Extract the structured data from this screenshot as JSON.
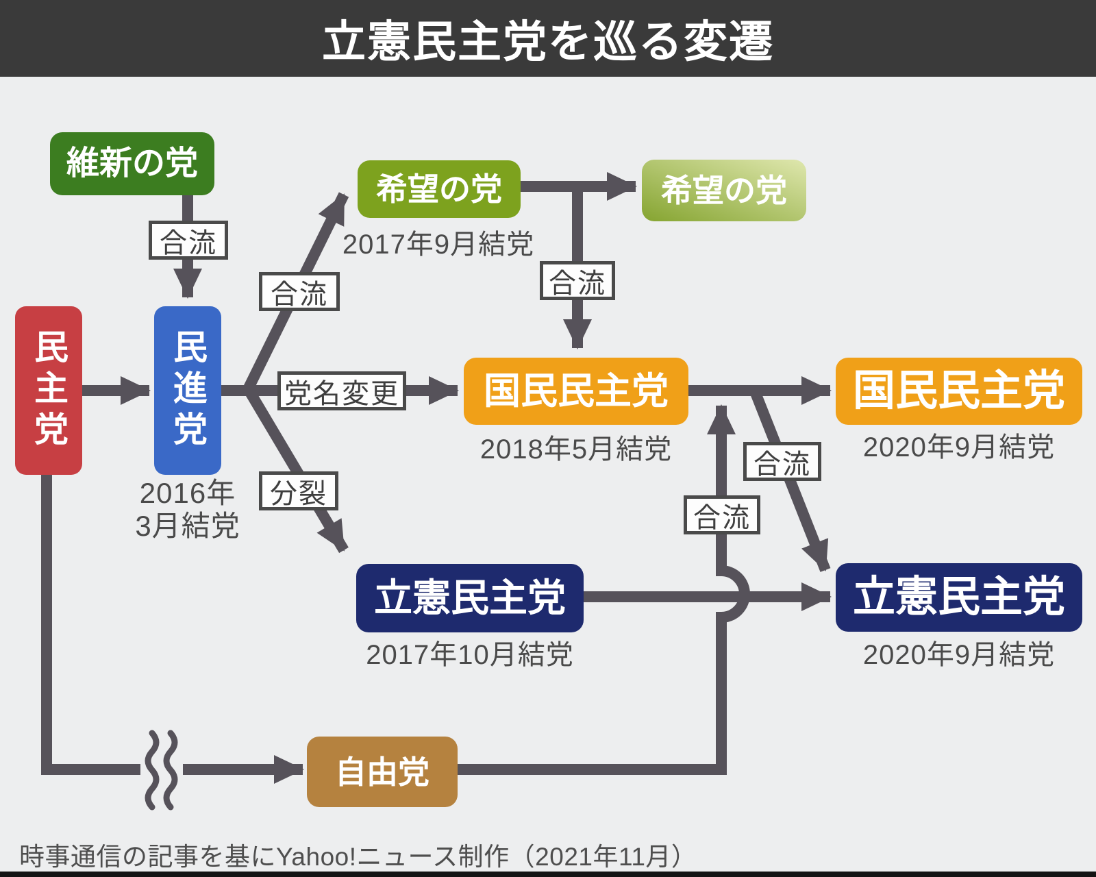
{
  "title": "立憲民主党を巡る変遷",
  "source_credit": "時事通信の記事を基にYahoo!ニュース制作（2021年11月）",
  "colors": {
    "background": "#EDEEEF",
    "title_bar": "#3A3A3A",
    "arrow_gray": "#56525A",
    "ishin_green": "#3C7D20",
    "kibou_olive": "#7DA21E",
    "kibou_gradient_from": "#85A430",
    "kibou_gradient_to": "#DFE7AE",
    "minshu_red": "#C73F43",
    "minshin_blue": "#3A69C7",
    "kokumin_orange": "#F0A018",
    "rikken_navy": "#1E2A6E",
    "jiyu_brown": "#B5823F"
  },
  "nodes": {
    "ishin": {
      "label": "維新の党"
    },
    "minshu": {
      "label": "民主党"
    },
    "minshin": {
      "label": "民進党",
      "founded_line1": "2016年",
      "founded_line2": "3月結党"
    },
    "kibou_2017": {
      "label": "希望の党",
      "founded": "2017年9月結党"
    },
    "kibou_later": {
      "label": "希望の党"
    },
    "kokumin_2018": {
      "label": "国民民主党",
      "founded": "2018年5月結党"
    },
    "kokumin_2020": {
      "label": "国民民主党",
      "founded": "2020年9月結党"
    },
    "rikken_2017": {
      "label": "立憲民主党",
      "founded": "2017年10月結党"
    },
    "rikken_2020": {
      "label": "立憲民主党",
      "founded": "2020年9月結党"
    },
    "jiyu": {
      "label": "自由党"
    }
  },
  "edge_labels": {
    "ishin_merge": "合流",
    "kibou_merge": "合流",
    "rename": "党名変更",
    "split": "分裂",
    "kibou_into_kokumin": "合流",
    "kokumin_into_rikken": "合流",
    "jiyu_into_kokumin": "合流"
  }
}
